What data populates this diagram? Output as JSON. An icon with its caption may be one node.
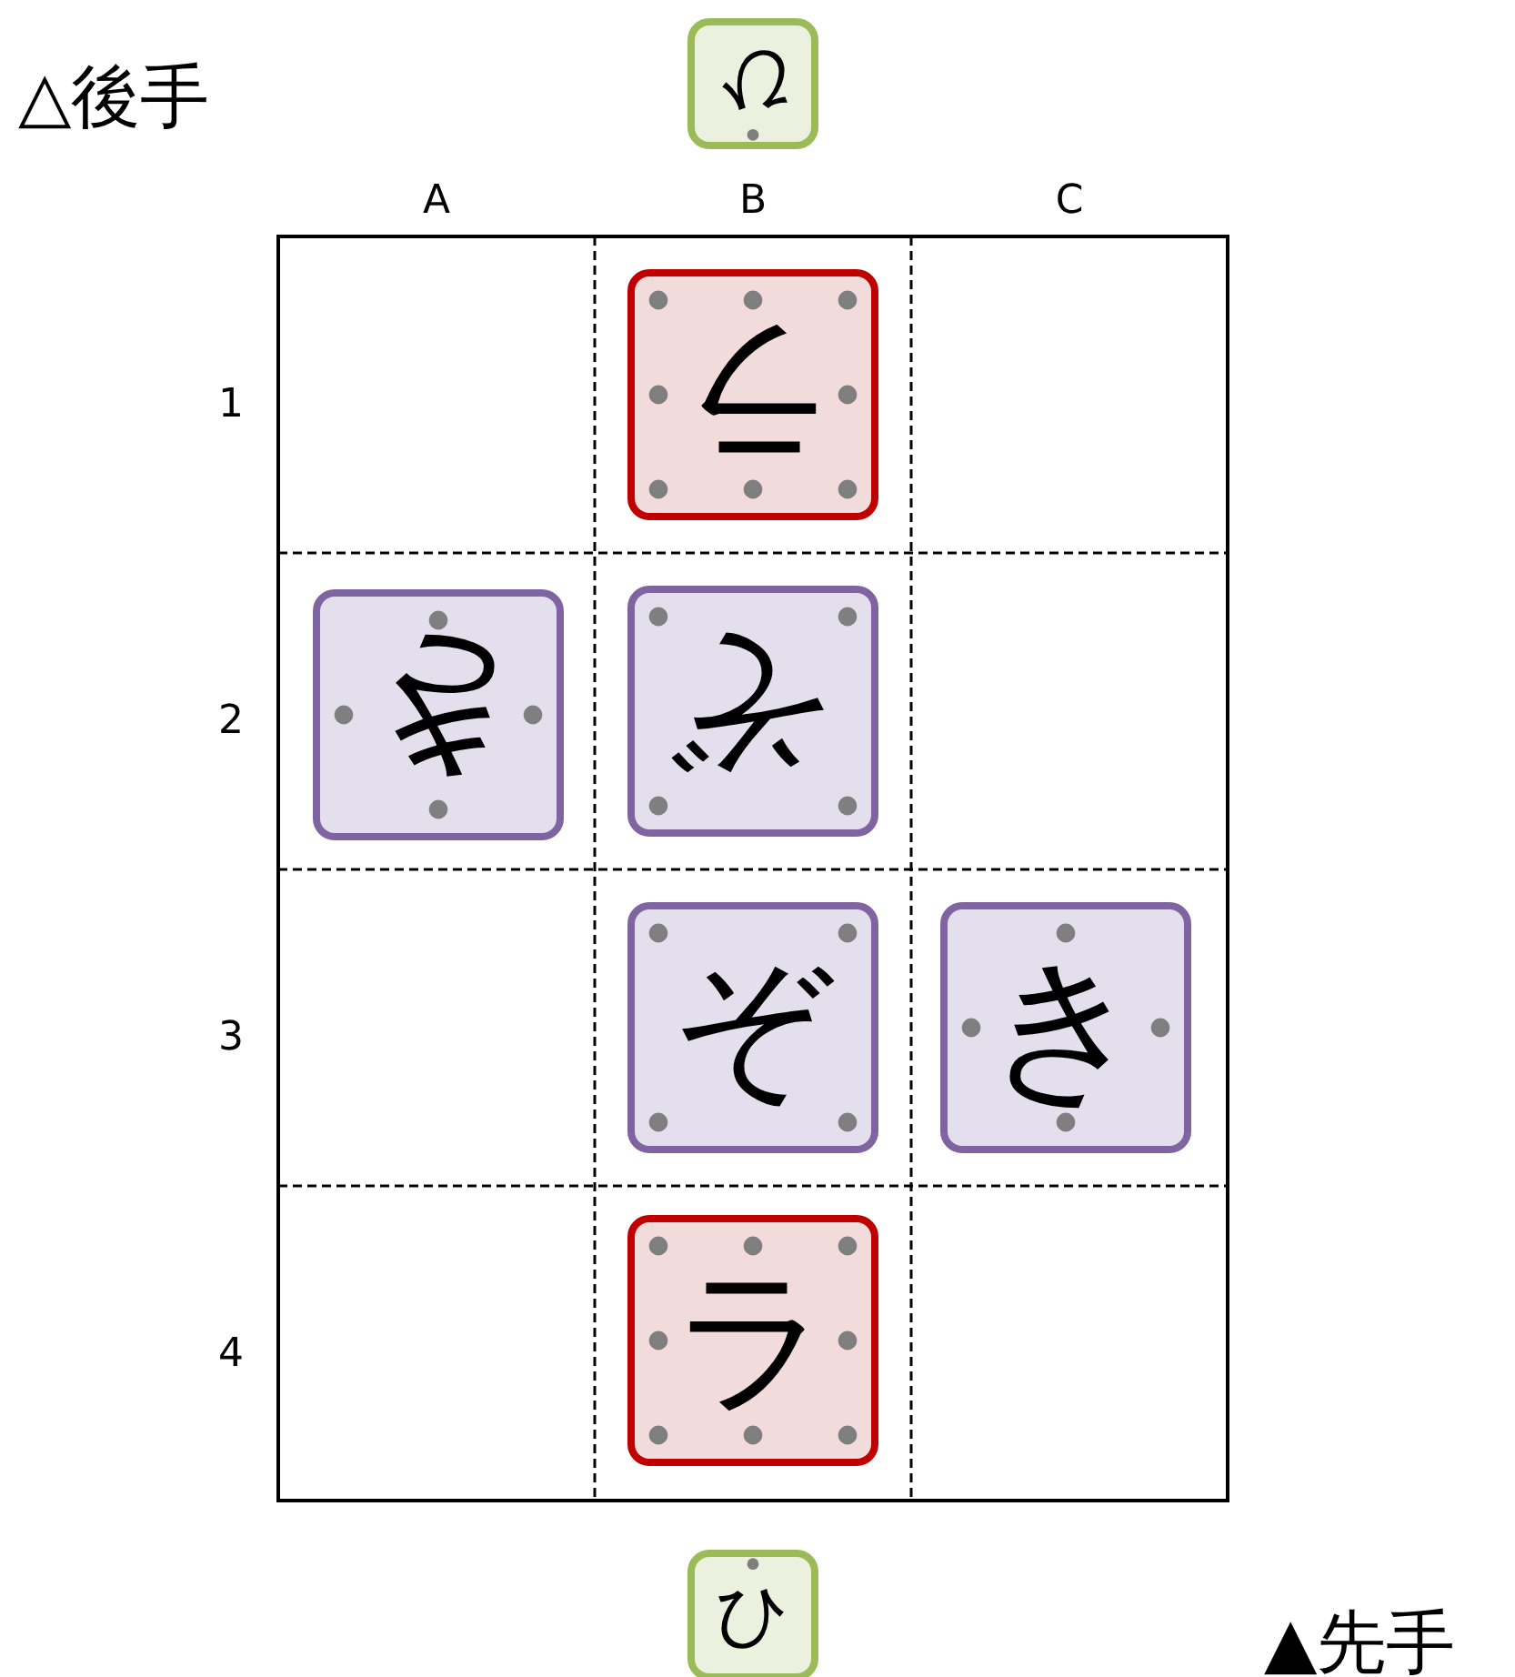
{
  "diagram": {
    "nodes": [
      {
        "text": [
          "ひ"
        ]
      },
      {
        "text": [
          "ラ"
        ]
      },
      {
        "text": [
          "き"
        ]
      },
      {
        "text": [
          "ぞ"
        ]
      },
      {
        "text": [
          "ぞ"
        ]
      },
      {
        "text": [
          "き"
        ]
      },
      {
        "text": [
          "ラ"
        ]
      },
      {
        "text": [
          "ひ"
        ]
      }
    ],
    "labels": [
      "△後手",
      "A",
      "B",
      "C",
      "1",
      "2",
      "3",
      "4",
      "▲先手"
    ]
  }
}
